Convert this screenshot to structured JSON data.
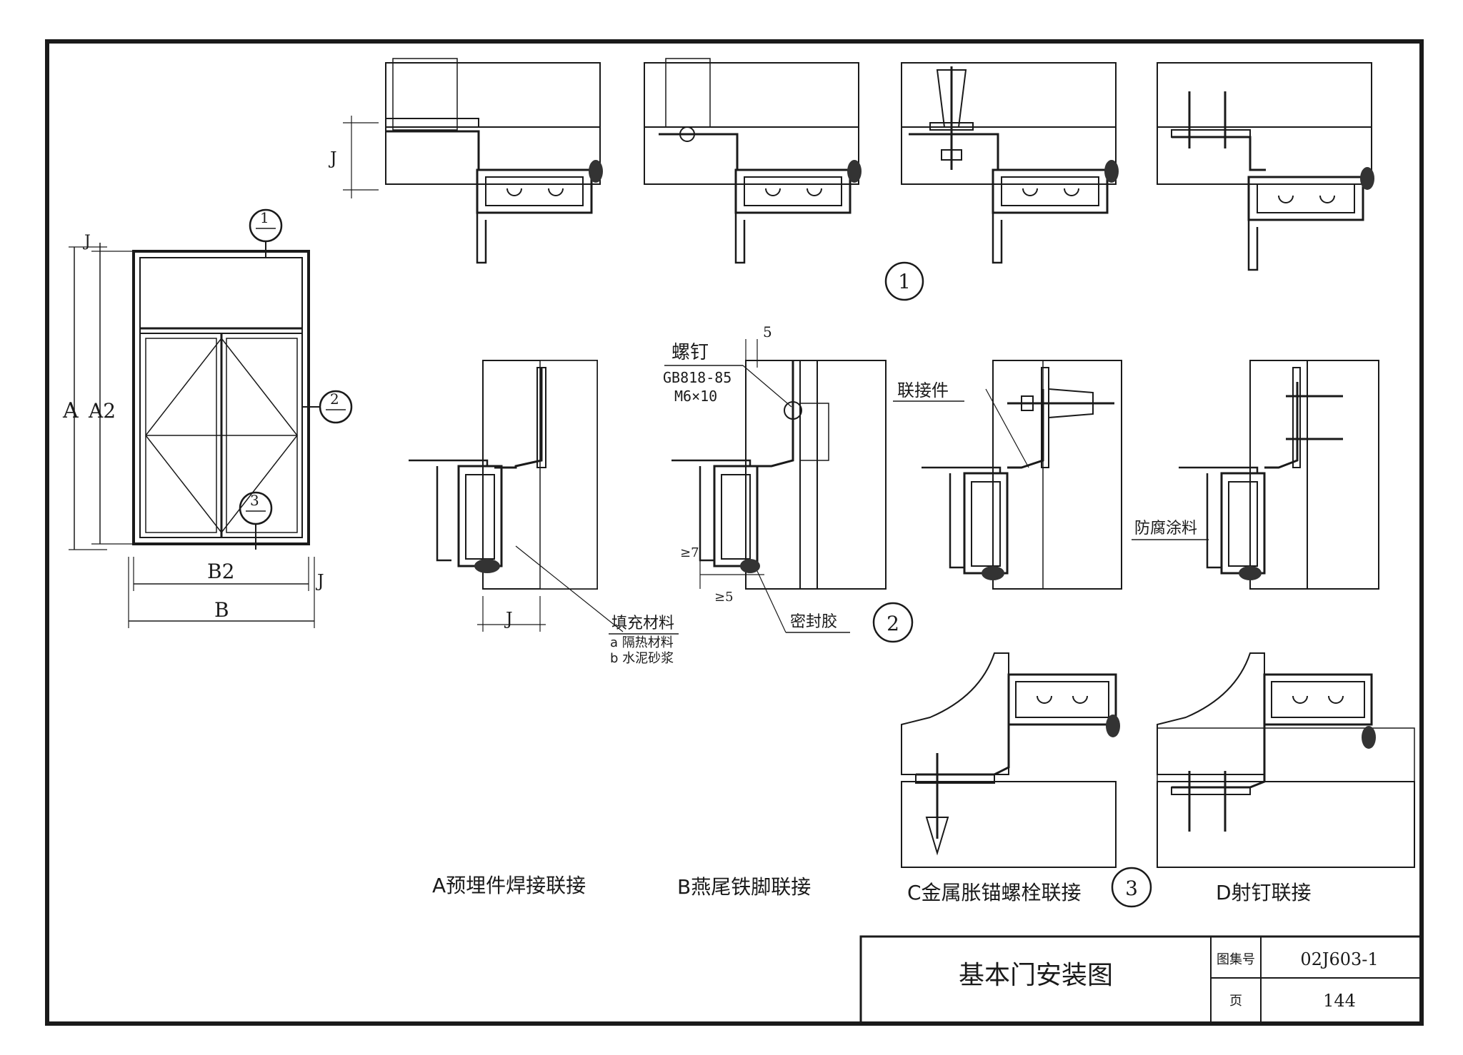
{
  "elevation": {
    "dim_A": "A",
    "dim_A2": "A2",
    "dim_B": "B",
    "dim_B2": "B2",
    "dim_J": "J",
    "callout_1": "1",
    "callout_2": "2",
    "callout_3": "3"
  },
  "section_1": {
    "number": "1",
    "dim_J": "J"
  },
  "section_2": {
    "number": "2",
    "screw_label": "螺钉",
    "screw_std": "GB818-85",
    "screw_size": "M6×10",
    "dim_5": "5",
    "dim_ge7": "≥7",
    "dim_ge5": "≥5",
    "dim_J": "J",
    "connector_label": "联接件",
    "sealant_label": "密封胶",
    "anticorrosion_label": "防腐涂料",
    "fill_material_title": "填充材料",
    "fill_material_a": "a 隔热材料",
    "fill_material_b": "b 水泥砂浆"
  },
  "section_3": {
    "number": "3"
  },
  "method_captions": {
    "A": "A预埋件焊接联接",
    "B": "B燕尾铁脚联接",
    "C": "C金属胀锚螺栓联接",
    "D": "D射钉联接"
  },
  "title_block": {
    "title": "基本门安装图",
    "atlas_label": "图集号",
    "atlas_no": "02J603-1",
    "page_label": "页",
    "page_no": "144"
  }
}
